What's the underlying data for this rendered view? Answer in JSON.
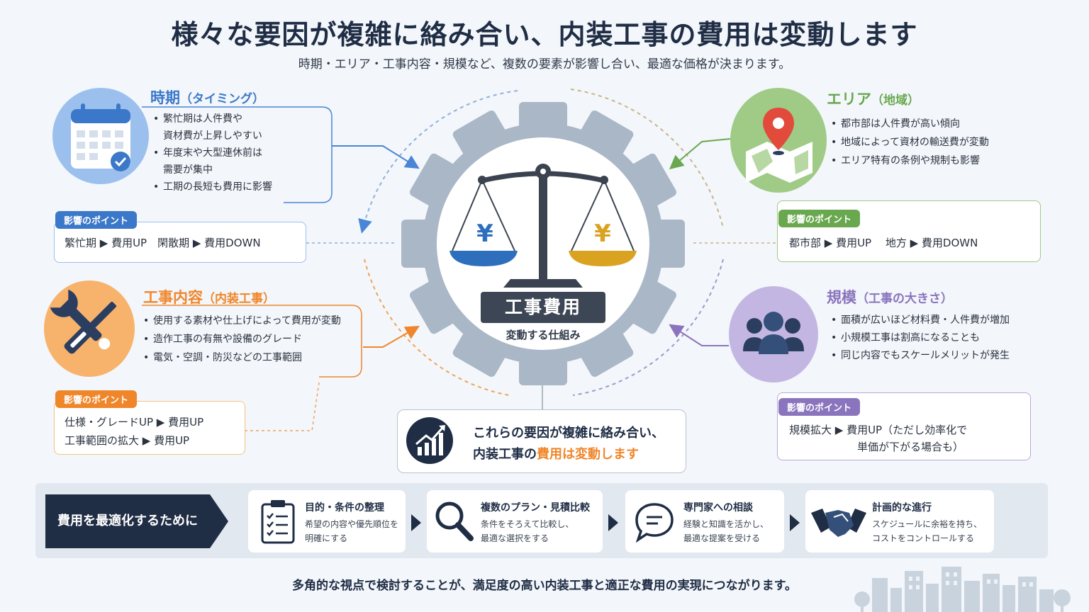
{
  "title": "様々な要因が複雑に絡み合い、内装工事の費用は変動します",
  "subtitle": "時期・エリア・工事内容・規模など、複数の要素が影響し合い、最適な価格が決まります。",
  "center": {
    "label": "工事費用",
    "sub": "変動する仕組み",
    "yen": "¥"
  },
  "timing": {
    "title": "時期",
    "title_sub": "（タイミング）",
    "bullets": [
      "繁忙期は人件費や",
      "資材費が上昇しやすい",
      "年度末や大型連休前は",
      "需要が集中",
      "工期の長短も費用に影響"
    ],
    "point_label": "影響のポイント",
    "point_text": "繁忙期 ▶ 費用UP　閑散期 ▶ 費用DOWN",
    "color": "#3b78c9"
  },
  "area": {
    "title": "エリア",
    "title_sub": "（地域）",
    "bullets": [
      "都市部は人件費が高い傾向",
      "地域によって資材の輸送費が変動",
      "エリア特有の条例や規制も影響"
    ],
    "point_label": "影響のポイント",
    "point_text": "都市部 ▶ 費用UP　 地方 ▶ 費用DOWN",
    "color": "#6aa84f"
  },
  "work": {
    "title": "工事内容",
    "title_sub": "（内装工事）",
    "bullets": [
      "使用する素材や仕上げによって費用が変動",
      "造作工事の有無や設備のグレード",
      "電気・空調・防災などの工事範囲"
    ],
    "point_label": "影響のポイント",
    "point_lines": [
      "仕様・グレードUP ▶ 費用UP",
      "工事範囲の拡大 ▶ 費用UP"
    ],
    "color": "#f0862a"
  },
  "scale": {
    "title": "規模",
    "title_sub": "（工事の大きさ）",
    "bullets": [
      "面積が広いほど材料費・人件費が増加",
      "小規模工事は割高になることも",
      "同じ内容でもスケールメリットが発生"
    ],
    "point_label": "影響のポイント",
    "point_lines": [
      "規模拡大 ▶ 費用UP（ただし効率化で",
      "単価が下がる場合も）"
    ],
    "color": "#8a74bd"
  },
  "summary": {
    "line1": "これらの要因が複雑に絡み合い、",
    "line2_pre": "内装工事の",
    "line2_em": "費用は変動します"
  },
  "optimize": {
    "label": "費用を最適化するために",
    "steps": [
      {
        "title": "目的・条件の整理",
        "desc1": "希望の内容や優先順位を",
        "desc2": "明確にする",
        "icon": "clipboard-icon"
      },
      {
        "title": "複数のプラン・見積比較",
        "desc1": "条件をそろえて比較し、",
        "desc2": "最適な選択をする",
        "icon": "magnifier-icon"
      },
      {
        "title": "専門家への相談",
        "desc1": "経験と知識を活かし、",
        "desc2": "最適な提案を受ける",
        "icon": "speech-bubble-icon"
      },
      {
        "title": "計画的な進行",
        "desc1": "スケジュールに余裕を持ち、",
        "desc2": "コストをコントロールする",
        "icon": "handshake-icon"
      }
    ]
  },
  "footer": "多角的な視点で検討することが、満足度の高い内装工事と適正な費用の実現につながります。"
}
